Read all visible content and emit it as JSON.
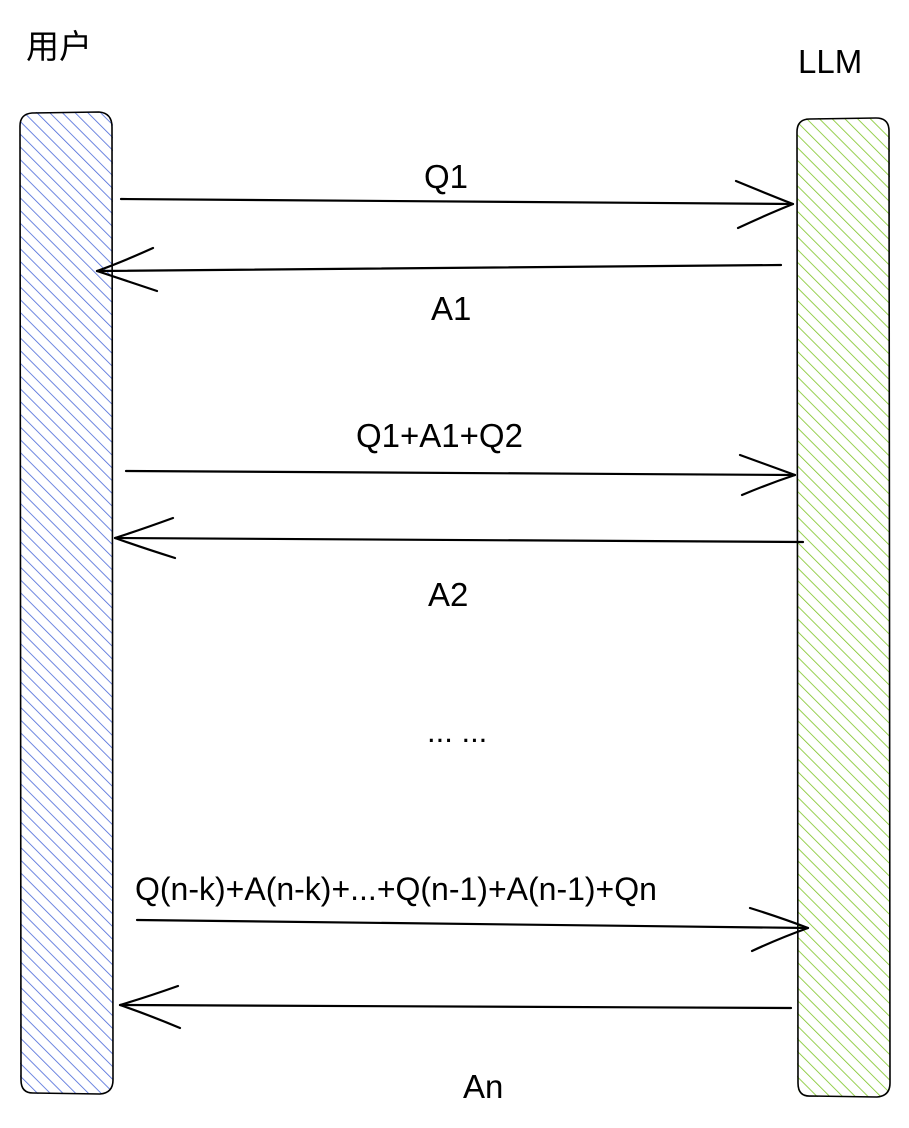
{
  "colors": {
    "user_hatch": "#4a68d9",
    "llm_hatch": "#7dc425",
    "line": "#000000"
  },
  "lifelines": {
    "user": {
      "title": "用户"
    },
    "llm": {
      "title": "LLM"
    }
  },
  "messages": [
    {
      "label": "Q1",
      "direction": "user-to-llm"
    },
    {
      "label": "A1",
      "direction": "llm-to-user"
    },
    {
      "label": "Q1+A1+Q2",
      "direction": "user-to-llm"
    },
    {
      "label": "A2",
      "direction": "llm-to-user"
    },
    {
      "label": "Q(n-k)+A(n-k)+...+Q(n-1)+A(n-1)+Qn",
      "direction": "user-to-llm"
    },
    {
      "label": "An",
      "direction": "llm-to-user"
    }
  ],
  "ellipsis": "... ..."
}
